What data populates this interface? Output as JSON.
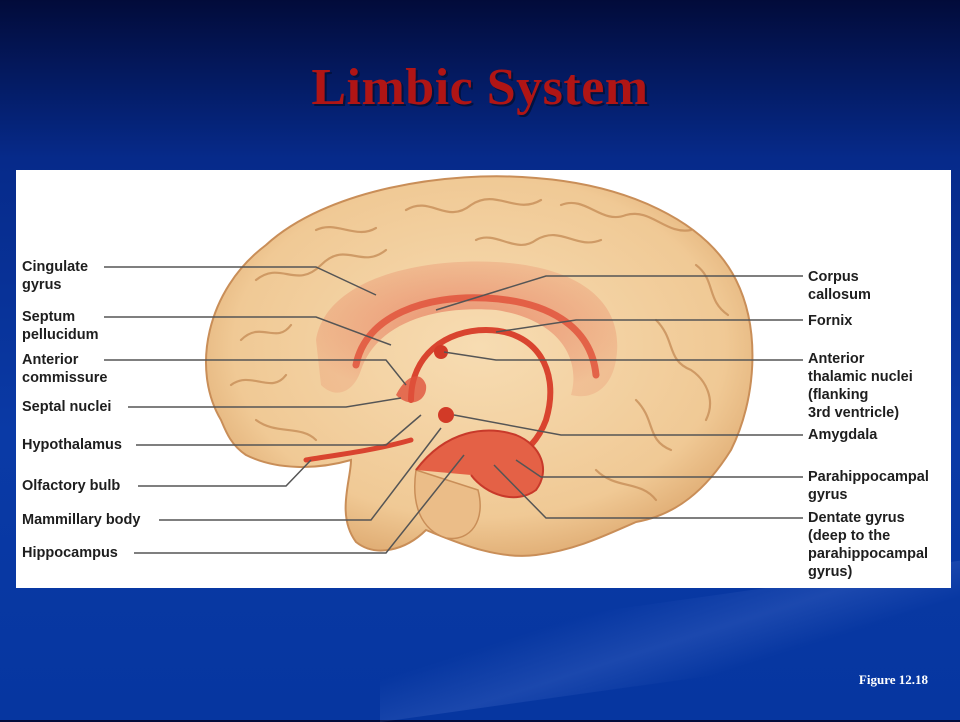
{
  "slide": {
    "title": "Limbic System",
    "caption": "Figure 12.18"
  },
  "colors": {
    "title": "#b01515",
    "background": "#0a3aa6",
    "brain": "#f2cfa0",
    "limbic": "#e0533c"
  },
  "labels": {
    "left": [
      "Cingulate\ngyrus",
      "Septum\npellucidum",
      "Anterior\ncommissure",
      "Septal nuclei",
      "Hypothalamus",
      "Olfactory bulb",
      "Mammillary body",
      "Hippocampus"
    ],
    "right": [
      "Corpus\ncallosum",
      "Fornix",
      "Anterior\nthalamic nuclei\n(flanking\n3rd ventricle)",
      "Amygdala",
      "Parahippocampal\ngyrus",
      "Dentate gyrus\n(deep to the\nparahippocampal\ngyrus)"
    ]
  }
}
